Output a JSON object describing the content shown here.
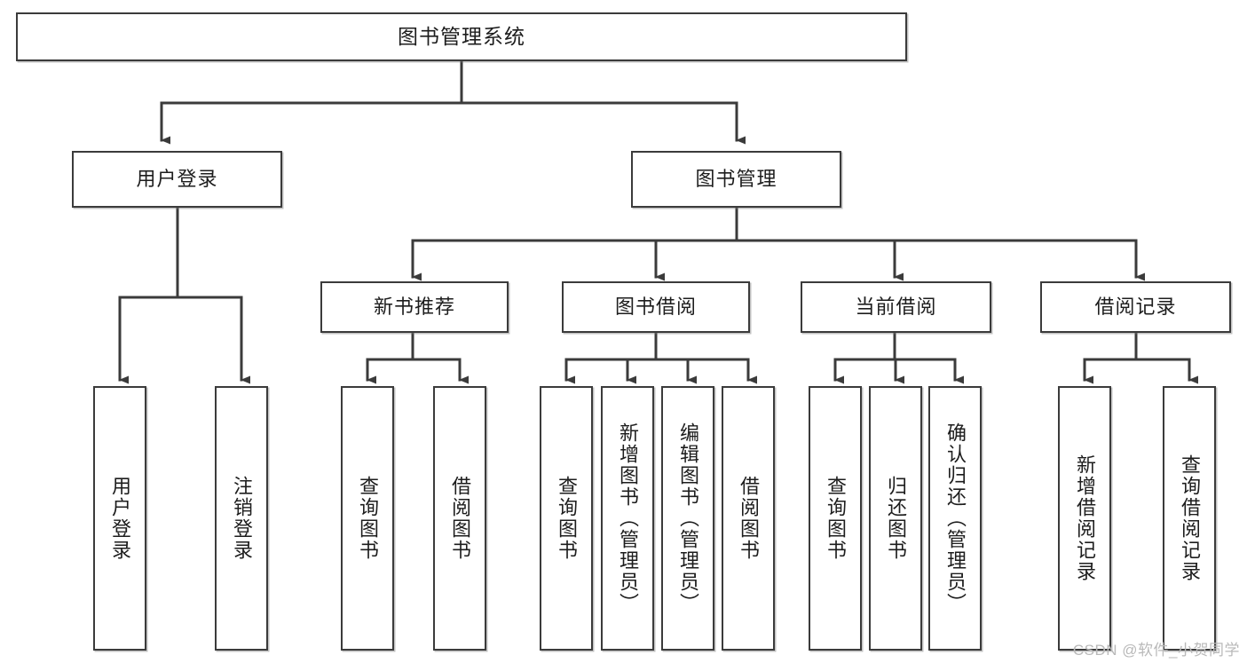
{
  "diagram": {
    "title": "图书管理系统",
    "type": "tree-hierarchy-chart",
    "colors": {
      "box_border": "#3b3b3b",
      "box_fill": "#ffffff",
      "connector": "#3b3b3b",
      "text": "#1d1d1d",
      "watermark": "#b9b9b9",
      "background": "#ffffff"
    },
    "root": {
      "label": "图书管理系统"
    },
    "level2": [
      {
        "label": "用户登录"
      },
      {
        "label": "图书管理"
      }
    ],
    "level3": [
      {
        "label": "新书推荐"
      },
      {
        "label": "图书借阅"
      },
      {
        "label": "当前借阅"
      },
      {
        "label": "借阅记录"
      }
    ],
    "leaves": {
      "user_login": [
        {
          "label": "用户登录"
        },
        {
          "label": "注销登录"
        }
      ],
      "new_book_recommend": [
        {
          "label": "查询图书"
        },
        {
          "label": "借阅图书"
        }
      ],
      "book_borrow": [
        {
          "label": "查询图书"
        },
        {
          "label": "新增图书（管理员）"
        },
        {
          "label": "编辑图书（管理员）"
        },
        {
          "label": "借阅图书"
        }
      ],
      "current_borrow": [
        {
          "label": "查询图书"
        },
        {
          "label": "归还图书"
        },
        {
          "label": "确认归还（管理员）"
        }
      ],
      "borrow_record": [
        {
          "label": "新增借阅记录"
        },
        {
          "label": "查询借阅记录"
        }
      ]
    },
    "watermark": "CSDN @软件_小贺同学"
  }
}
